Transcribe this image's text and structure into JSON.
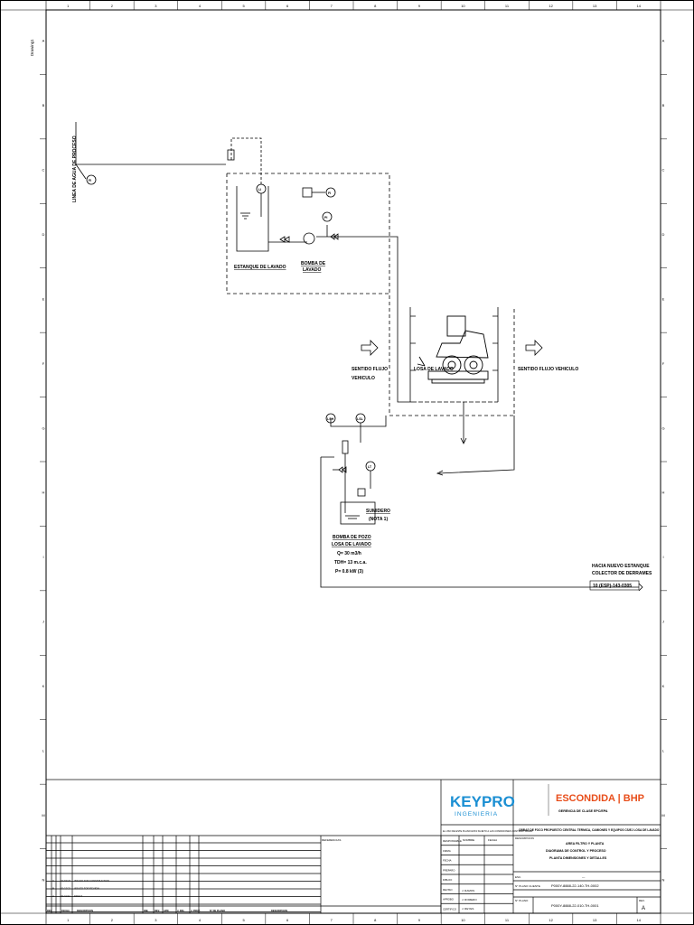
{
  "sheet": {
    "side_label": "Drawing1",
    "col_numbers": [
      "1",
      "2",
      "3",
      "4",
      "5",
      "6",
      "7",
      "8",
      "9",
      "10",
      "11",
      "12",
      "13",
      "14"
    ],
    "row_letters": [
      "A",
      "B",
      "C",
      "D",
      "E",
      "F",
      "G",
      "H",
      "I",
      "J",
      "K",
      "L",
      "M",
      "N"
    ]
  },
  "diagram": {
    "inlet_line_label": "LINEA DE AGUA DE PROCESO",
    "inlet_instr_tag": "FI",
    "tank_label": "ESTANQUE DE LAVADO",
    "pump_label_1": "BOMBA DE",
    "pump_label_2": "LAVADO",
    "pump_instr_1": "PI",
    "pump_instr_2": "FI",
    "level_instr": "LI",
    "wash_area_label": "LOSA DE LAVADO",
    "traffic_in_1": "SENTIDO FLUJO",
    "traffic_in_2": "VEHICULO",
    "traffic_out": "SENTIDO FLUJO VEHICULO",
    "sump_instr_1": "LSH",
    "sump_instr_2": "LSL",
    "sump_instr_3": "LT",
    "sump_label_1": "SUMIDERO",
    "sump_label_2": "(NOTA 1)",
    "sump_pump_label_1": "BOMBA DE POZO",
    "sump_pump_label_2": "LOSA DE LAVADO",
    "sump_pump_spec_1": "Q= 30 m3/h",
    "sump_pump_spec_2": "TDH= 13 m.c.a.",
    "sump_pump_spec_3": "P= 0.8 kW (3)",
    "dest_label_1": "HACIA NUEVO ESTANQUE",
    "dest_label_2": "COLECTOR DE DERRAMES",
    "dest_ref": "10 (ESP)-143-0305"
  },
  "titleblock": {
    "keypro": "KEYPRO",
    "keypro_sub": "INGENIERIA",
    "client": "ESCONDIDA | BHP",
    "project_small": "EL USO DE ESTE PLANO ESTA SUJETO A LAS CONDICIONES CONTRACTUALES",
    "project_title": "GERENCIA DE CLASE EPC/EPA",
    "project_desc": "OBRAS DE FOCO PROPUESTO CENTRAL TERMICA, CAMIONES Y EQUIPOS CS/EJ LOSA DE LAVADO",
    "drawing_title": "AREA FILTRO Y PLANTA",
    "drawing_sub1": "DIAGRAMA DE CONTROL Y PROCESO",
    "drawing_sub2": "PLANTA DIMENSIONES Y DETALLES",
    "client_no_label": "N° PLANO CLIENTE",
    "client_no": "P000Y-8888-22-140-TH-0002",
    "doc_no_label": "N° PLANO",
    "doc_no": "P000Y-8888-22-010-TH-0001",
    "rev_label": "REV.",
    "rev_value": "A",
    "scale_label": "ESC.",
    "scale_value": "---",
    "labels_left": [
      "RESPONSABLE",
      "FIRMA",
      "FECHA",
      "PREPARO",
      "DIBUJO",
      "REVISO",
      "APROBO",
      "CERTIFICO"
    ],
    "approver_1": "J. RAMOS",
    "approver_2": "J. ROMERO",
    "approver_3": "J. REYES",
    "col_resp": "NOMBRE",
    "col_fecha": "FECHA",
    "rev_rows": [
      {
        "rev": "C",
        "date": "01/02/23",
        "desc": "ISSUED FOR CONSTRUCTION"
      },
      {
        "rev": "B",
        "date": "01/12/22",
        "desc": "ISSUED FOR REVIEW"
      },
      {
        "rev": "A",
        "date": "01/11/22",
        "desc": "DRAFT"
      }
    ],
    "rev_header": [
      "REV",
      "FECHA",
      "DESCRIPCION",
      "DIB.",
      "REV.",
      "APR.",
      "J. ING.",
      "J. PROY.",
      "N° DE PLANO",
      "DESCRIPCION"
    ],
    "ref_header": "REFERENCIAS",
    "desc_label": "DESCRIPCION"
  }
}
